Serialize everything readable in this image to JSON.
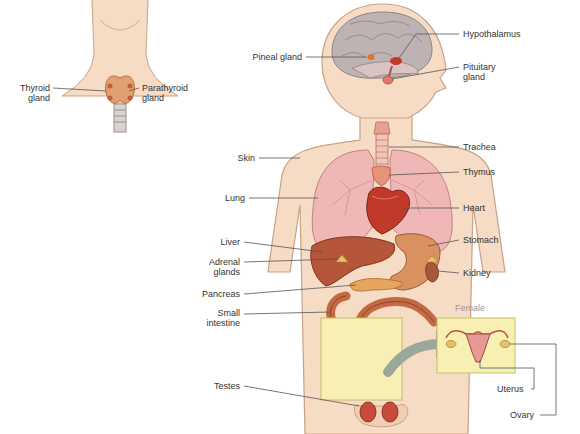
{
  "diagram": {
    "labels": [
      "Thyroid gland",
      "Parathyroid gland",
      "Pineal gland",
      "Hypothalamus",
      "Pituitary gland",
      "Skin",
      "Trachea",
      "Thymus",
      "Lung",
      "Heart",
      "Liver",
      "Stomach",
      "Adrenal glands",
      "Kidney",
      "Pancreas",
      "Small intestine",
      "Female",
      "Testes",
      "Uterus",
      "Ovary"
    ]
  }
}
